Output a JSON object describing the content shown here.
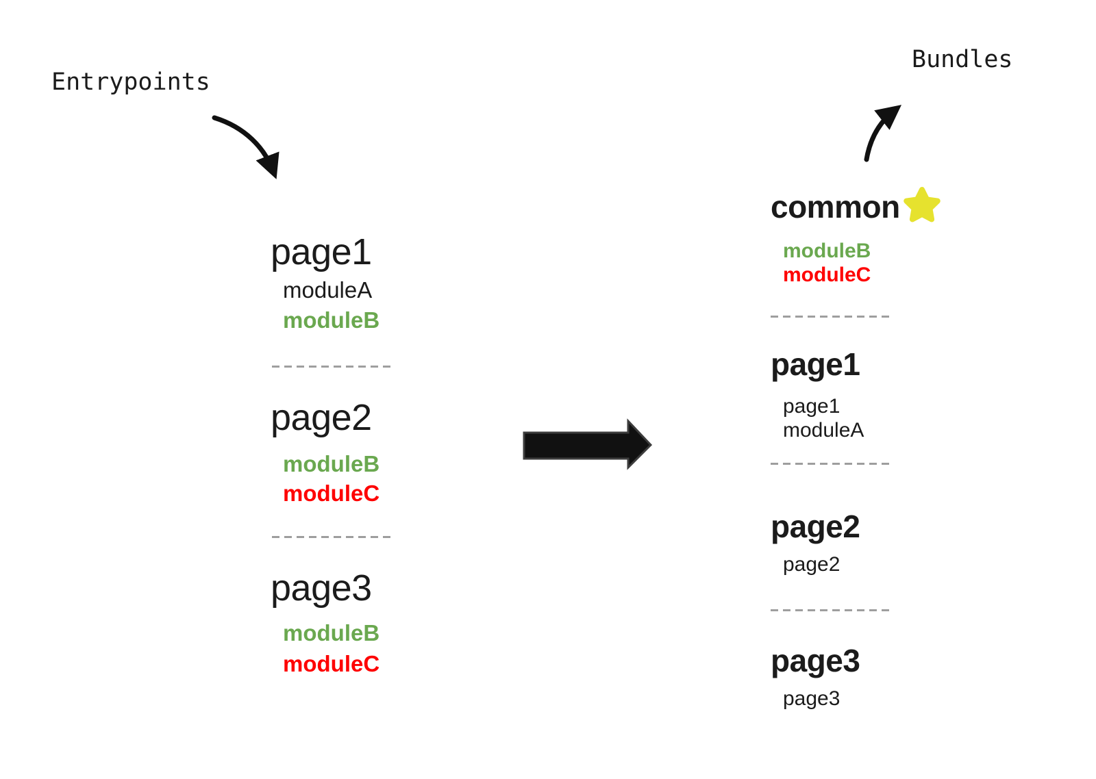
{
  "labels": {
    "entrypoints": "Entrypoints",
    "bundles": "Bundles"
  },
  "colors": {
    "text": "#1b1b1b",
    "green": "#6aa84f",
    "red": "#fe0000",
    "star": "#e6e22e",
    "dash": "#9e9e9e",
    "arrow": "#111111",
    "arrow_outline": "#3d3d3d"
  },
  "entrypoints": [
    {
      "title": "page1",
      "modules": [
        {
          "name": "moduleA",
          "style": "plain"
        },
        {
          "name": "moduleB",
          "style": "green"
        }
      ]
    },
    {
      "title": "page2",
      "modules": [
        {
          "name": "moduleB",
          "style": "green"
        },
        {
          "name": "moduleC",
          "style": "red"
        }
      ]
    },
    {
      "title": "page3",
      "modules": [
        {
          "name": "moduleB",
          "style": "green"
        },
        {
          "name": "moduleC",
          "style": "red"
        }
      ]
    }
  ],
  "bundles": [
    {
      "title": "common",
      "starred": true,
      "modules": [
        {
          "name": "moduleB",
          "style": "green"
        },
        {
          "name": "moduleC",
          "style": "red"
        }
      ]
    },
    {
      "title": "page1",
      "starred": false,
      "modules": [
        {
          "name": "page1",
          "style": "plain"
        },
        {
          "name": "moduleA",
          "style": "plain"
        }
      ]
    },
    {
      "title": "page2",
      "starred": false,
      "modules": [
        {
          "name": "page2",
          "style": "plain"
        }
      ]
    },
    {
      "title": "page3",
      "starred": false,
      "modules": [
        {
          "name": "page3",
          "style": "plain"
        }
      ]
    }
  ]
}
